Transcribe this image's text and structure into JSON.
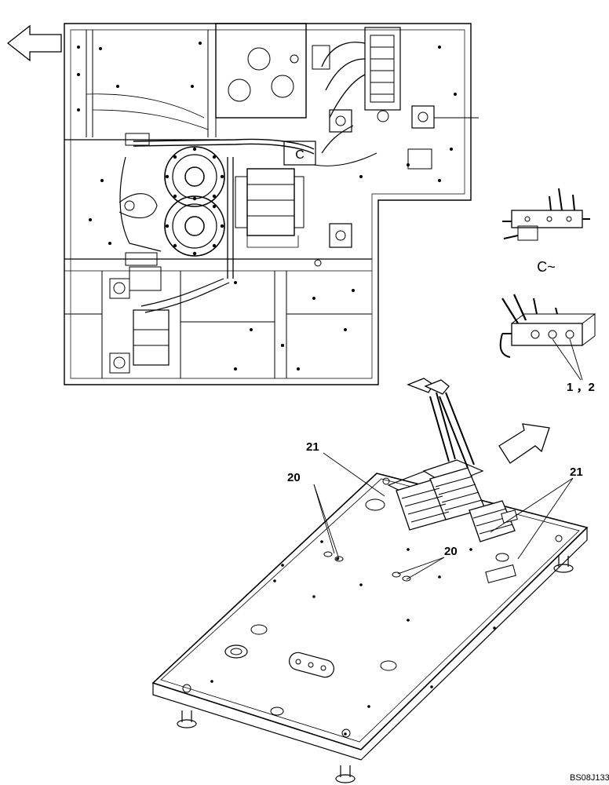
{
  "diagram": {
    "view_label_box": "C",
    "view_label_detail": "C~",
    "callouts": {
      "fittings": "1 ，2",
      "plugs_left": "20",
      "plugs_center": "20",
      "pedal_left": "21",
      "pedal_right": "21"
    },
    "reference_code": "BS08J133"
  }
}
